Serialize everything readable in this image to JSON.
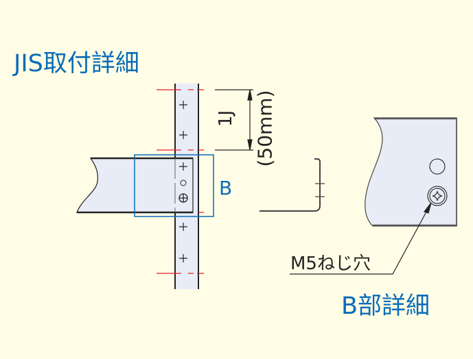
{
  "title": "JIS取付詳細",
  "pitch_label": "1J",
  "pitch_mm": "(50mm)",
  "detail_marker": "B",
  "screw_hole_label": "M5ねじ穴",
  "detail_title": "B部詳細",
  "colors": {
    "accent": "#0a6cb8",
    "background": "#fffde6",
    "panel": "#e8ecf6",
    "dash": "#e0202a"
  }
}
